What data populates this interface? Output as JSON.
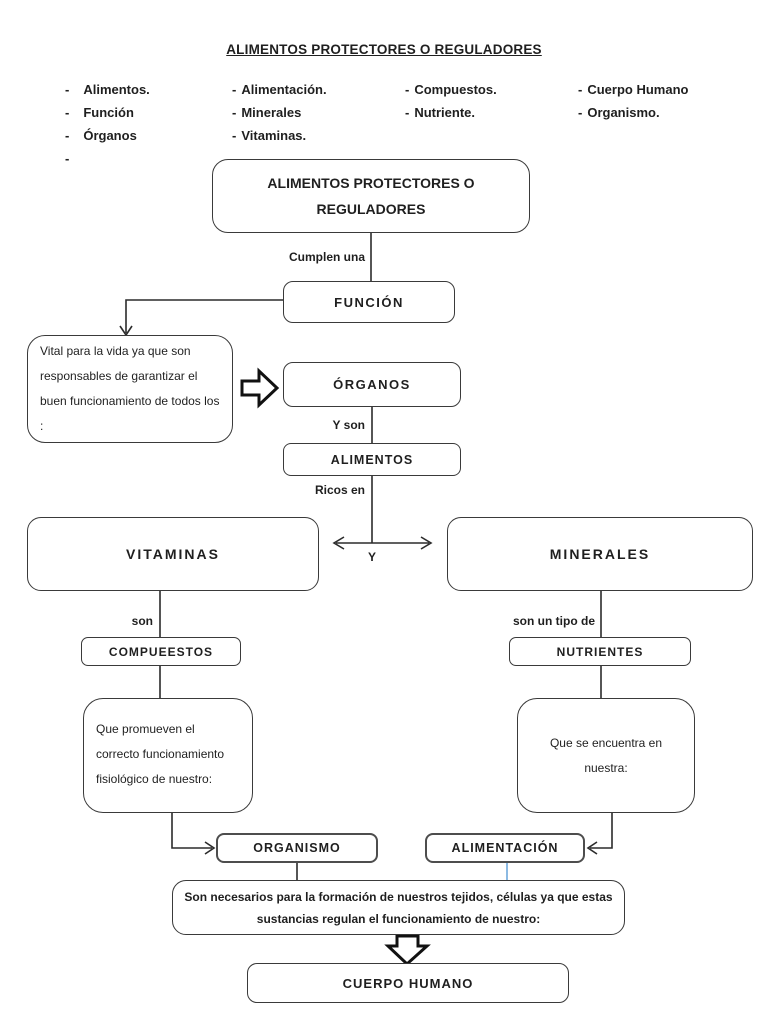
{
  "page": {
    "title": "ALIMENTOS PROTECTORES O REGULADORES"
  },
  "word_list": {
    "columns": [
      {
        "items": [
          "Alimentos.",
          "Función",
          "Órganos",
          ""
        ]
      },
      {
        "items": [
          "Alimentación.",
          "Minerales",
          "Vitaminas."
        ]
      },
      {
        "items": [
          "Compuestos.",
          "Nutriente."
        ]
      },
      {
        "items": [
          "Cuerpo Humano",
          "Organismo."
        ]
      }
    ]
  },
  "diagram": {
    "labels": {
      "cumplen_una": "Cumplen una",
      "y_son": "Y  son",
      "ricos_en": "Ricos en",
      "y": "Y",
      "son": "son",
      "son_un_tipo_de": "son un tipo de"
    },
    "boxes": {
      "root": "ALIMENTOS PROTECTORES O REGULADORES",
      "funcion": "FUNCIÓN",
      "vital": "Vital para la vida ya que son responsables de garantizar el buen funcionamiento de todos los :",
      "organos": "ÓRGANOS",
      "alimentos": "ALIMENTOS",
      "vitaminas": "VITAMINAS",
      "minerales": "MINERALES",
      "compuestos": "COMPUEESTOS",
      "nutrientes": "NUTRIENTES",
      "que_promueven": "Que promueven el correcto funcionamiento fisiológico de nuestro:",
      "que_se_encuentra": "Que se encuentra en nuestra:",
      "organismo": "ORGANISMO",
      "alimentacion": "ALIMENTACIÓN",
      "necesarios": "Son necesarios para la formación de nuestros tejidos, células ya que estas sustancias regulan el funcionamiento de nuestro:",
      "cuerpo_humano": "CUERPO HUMANO"
    },
    "colors": {
      "line": "#2b2b2b",
      "blue_connector": "#6fa8dc",
      "text": "#1f1f1f",
      "border": "#3a3a3a"
    }
  }
}
